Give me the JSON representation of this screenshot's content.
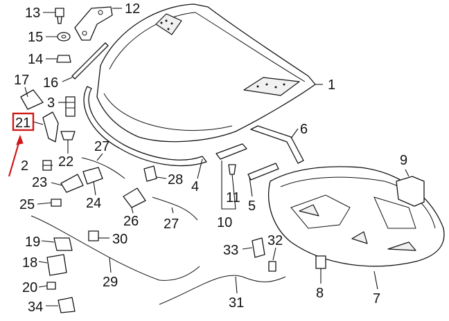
{
  "diagram": {
    "callouts": [
      "1",
      "2",
      "3",
      "4",
      "5",
      "6",
      "7",
      "8",
      "9",
      "10",
      "11",
      "12",
      "13",
      "15",
      "14",
      "16",
      "17",
      "21",
      "22",
      "23",
      "24",
      "25",
      "26",
      "27",
      "27",
      "28",
      "29",
      "30",
      "31",
      "32",
      "33",
      "34",
      "19",
      "18",
      "20"
    ]
  },
  "highlight": {
    "callout": "21",
    "color": "#d01818"
  },
  "colors": {
    "line": "#111111",
    "fill": "#ffffff"
  }
}
